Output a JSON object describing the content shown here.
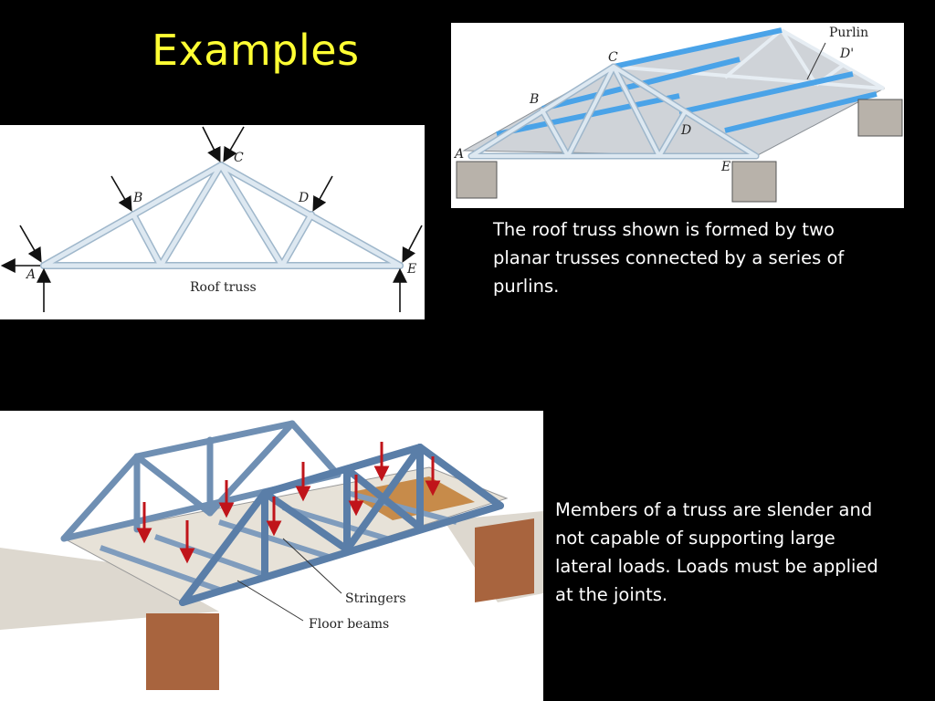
{
  "slide": {
    "title": "Examples",
    "caption_roof": "The roof truss shown is formed by two planar trusses connected by a series of purlins.",
    "caption_bridge": "Members of a truss are slender and not capable of supporting large lateral loads.  Loads must be applied at the joints."
  },
  "roof_truss_2d": {
    "joints": {
      "a": "A",
      "b": "B",
      "c": "C",
      "d": "D",
      "e": "E"
    },
    "caption": "Roof truss"
  },
  "roof_truss_3d": {
    "joints": {
      "a": "A",
      "b": "B",
      "c": "C",
      "d": "D",
      "e": "E",
      "d_prime": "D'"
    },
    "purlin": "Purlin"
  },
  "bridge_truss": {
    "stringers": "Stringers",
    "floor_beams": "Floor beams"
  },
  "colors": {
    "title": "#ffff33",
    "member": "#c7d8e6",
    "member_edge": "#9fb7cb",
    "load": "#c0141a",
    "purlin": "#4aa3e8"
  }
}
